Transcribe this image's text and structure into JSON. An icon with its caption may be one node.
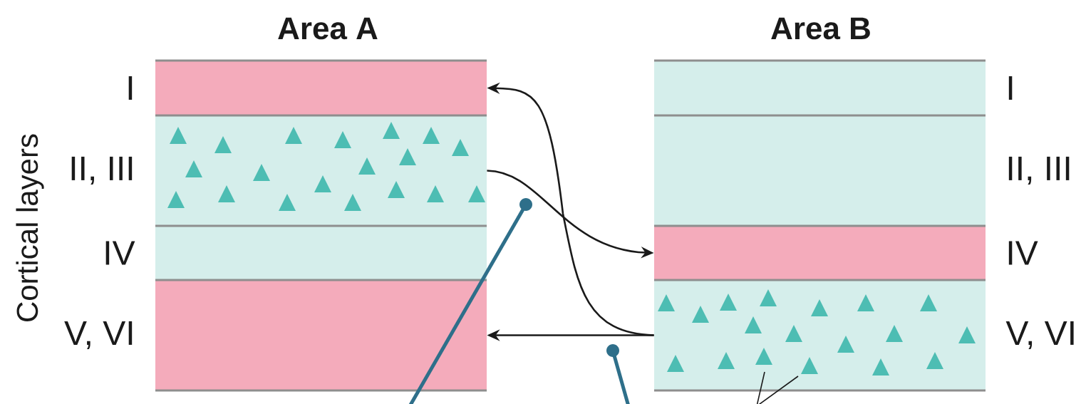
{
  "diagram": {
    "nodes": [
      {
        "text": [],
        "shape": "box",
        "beside": [
          "I"
        ]
      },
      {
        "text": [],
        "shape": "box",
        "beside": [
          "II, III"
        ]
      },
      {
        "text": [],
        "shape": "box",
        "beside": [
          "IV"
        ]
      },
      {
        "text": [],
        "shape": "box",
        "beside": [
          "V, VI"
        ]
      },
      {
        "text": [],
        "shape": "box",
        "beside": [
          "I"
        ]
      },
      {
        "text": [],
        "shape": "box",
        "beside": [
          "II, III"
        ]
      },
      {
        "text": [],
        "shape": "box",
        "beside": [
          "IV"
        ]
      },
      {
        "text": [],
        "shape": "box",
        "beside": [
          "V, VI"
        ]
      }
    ],
    "edges": [
      {
        "from": 1,
        "to": 6,
        "arrow": "to"
      },
      {
        "from": 7,
        "to": 0,
        "arrow": "to"
      },
      {
        "from": 7,
        "to": 3,
        "arrow": "to"
      },
      {
        "from": null,
        "to": 7,
        "arrow": "none"
      },
      {
        "from": null,
        "to": 7,
        "arrow": "none"
      }
    ],
    "labels": [
      "Area A",
      "Area B",
      "Cortical layers"
    ]
  }
}
